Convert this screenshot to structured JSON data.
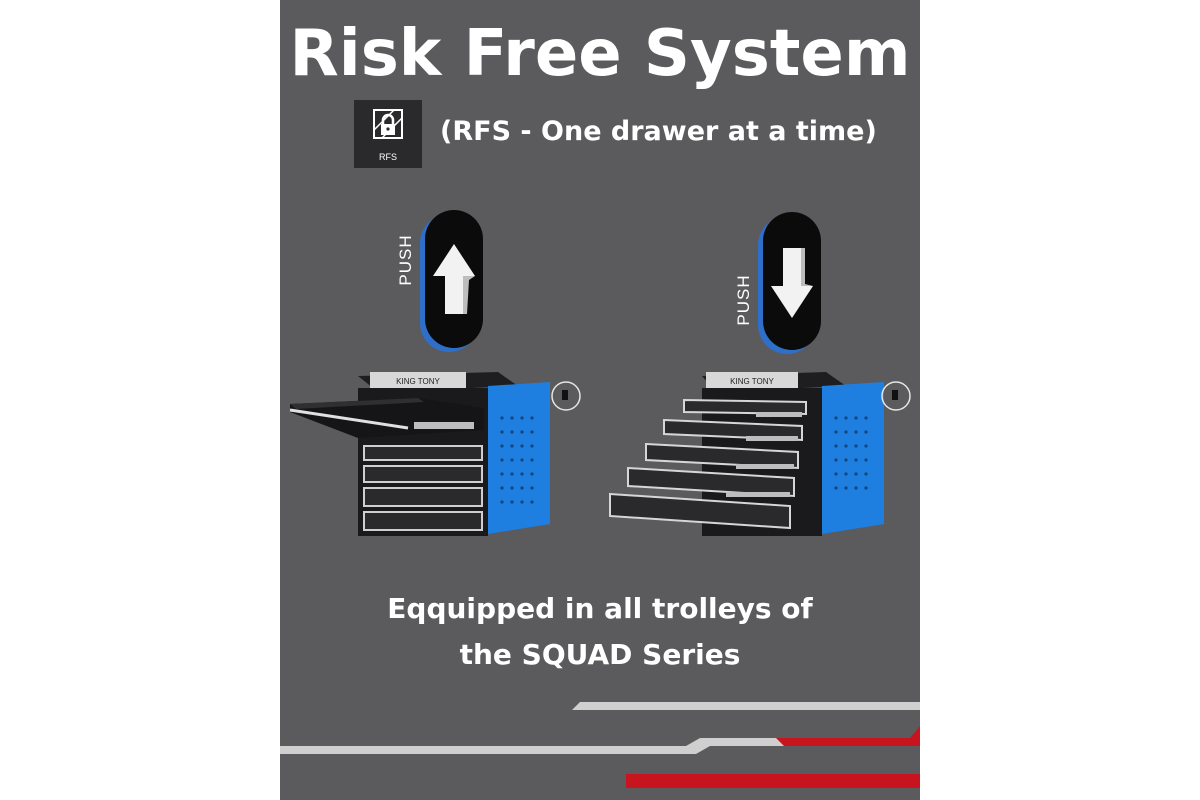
{
  "title": "Risk Free System",
  "badge": {
    "label": "RFS",
    "icon": "lock-icon"
  },
  "subtitle": "(RFS - One drawer at a time)",
  "left_panel": {
    "push_label": "PUSH",
    "arrow": "arrow-up-icon"
  },
  "right_panel": {
    "push_label": "PUSH",
    "arrow": "arrow-down-icon"
  },
  "brand_plate": "KING TONY",
  "tagline": {
    "line1": "Eqquipped in all trolleys of",
    "line2": "the SQUAD Series"
  },
  "colors": {
    "background": "#5b5b5d",
    "accent_blue": "#1f7fe0",
    "accent_red": "#c8141e",
    "stripe_grey": "#d0d0d0"
  }
}
